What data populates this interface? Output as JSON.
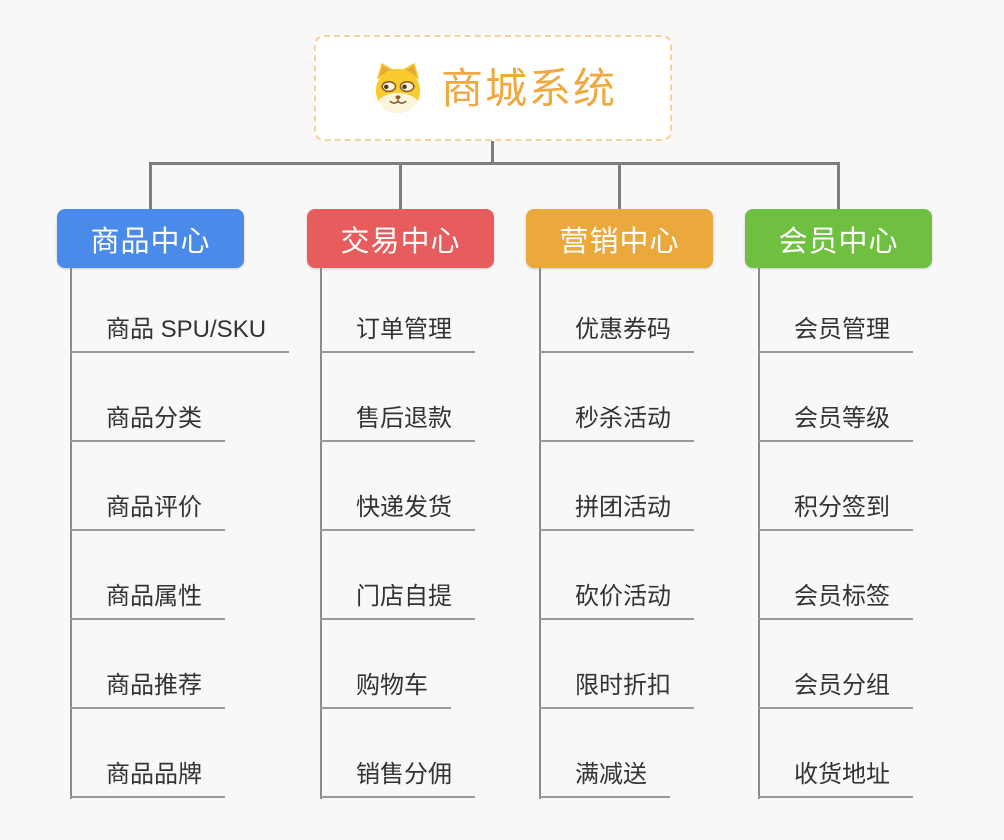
{
  "root": {
    "title": "商城系统",
    "title_color": "#f0a840",
    "icon": "shiba-dog-icon",
    "border_color": "#f2d49c"
  },
  "branches": [
    {
      "label": "商品中心",
      "color": "#4a8ae8",
      "items": [
        "商品 SPU/SKU",
        "商品分类",
        "商品评价",
        "商品属性",
        "商品推荐",
        "商品品牌"
      ]
    },
    {
      "label": "交易中心",
      "color": "#e75c5c",
      "items": [
        "订单管理",
        "售后退款",
        "快递发货",
        "门店自提",
        "购物车",
        "销售分佣"
      ]
    },
    {
      "label": "营销中心",
      "color": "#eba93c",
      "items": [
        "优惠券码",
        "秒杀活动",
        "拼团活动",
        "砍价活动",
        "限时折扣",
        "满减送"
      ]
    },
    {
      "label": "会员中心",
      "color": "#6fc040",
      "items": [
        "会员管理",
        "会员等级",
        "积分签到",
        "会员标签",
        "会员分组",
        "收货地址"
      ]
    }
  ],
  "colors": {
    "background": "#f8f8f8",
    "connector": "#7e7e7e",
    "underline": "#9a9a9a",
    "item_text": "#333333"
  }
}
